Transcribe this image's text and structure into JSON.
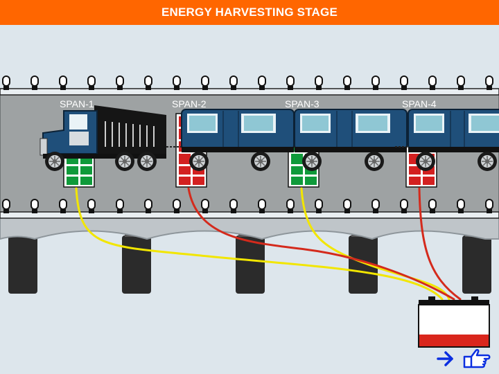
{
  "header": {
    "title": "ENERGY HARVESTING STAGE",
    "bg_color": "#ff6600"
  },
  "spans": [
    {
      "label": "SPAN-1",
      "panel_status": "green",
      "vehicle": "dump-truck"
    },
    {
      "label": "SPAN-2",
      "panel_status": "red",
      "vehicle": "bus"
    },
    {
      "label": "SPAN-3",
      "panel_status": "green",
      "vehicle": "bus"
    },
    {
      "label": "SPAN-4",
      "panel_status": "red",
      "vehicle": "bus"
    }
  ],
  "wires": {
    "green_wire_color": "#f2e600",
    "red_wire_color": "#d42a1c"
  },
  "battery": {
    "charge_level": 0.3,
    "fill_color": "#d9261c"
  },
  "colors": {
    "road": "#9ea2a3",
    "pillar": "#2b2b2b",
    "panel_green": "#0f9a3a",
    "panel_red": "#d32020",
    "bus_body": "#1f4f7a",
    "nav_accent": "#0a2ee0"
  },
  "nav": {
    "next_icon": "right-arrow-icon",
    "pointer_icon": "pointing-hand-icon"
  }
}
